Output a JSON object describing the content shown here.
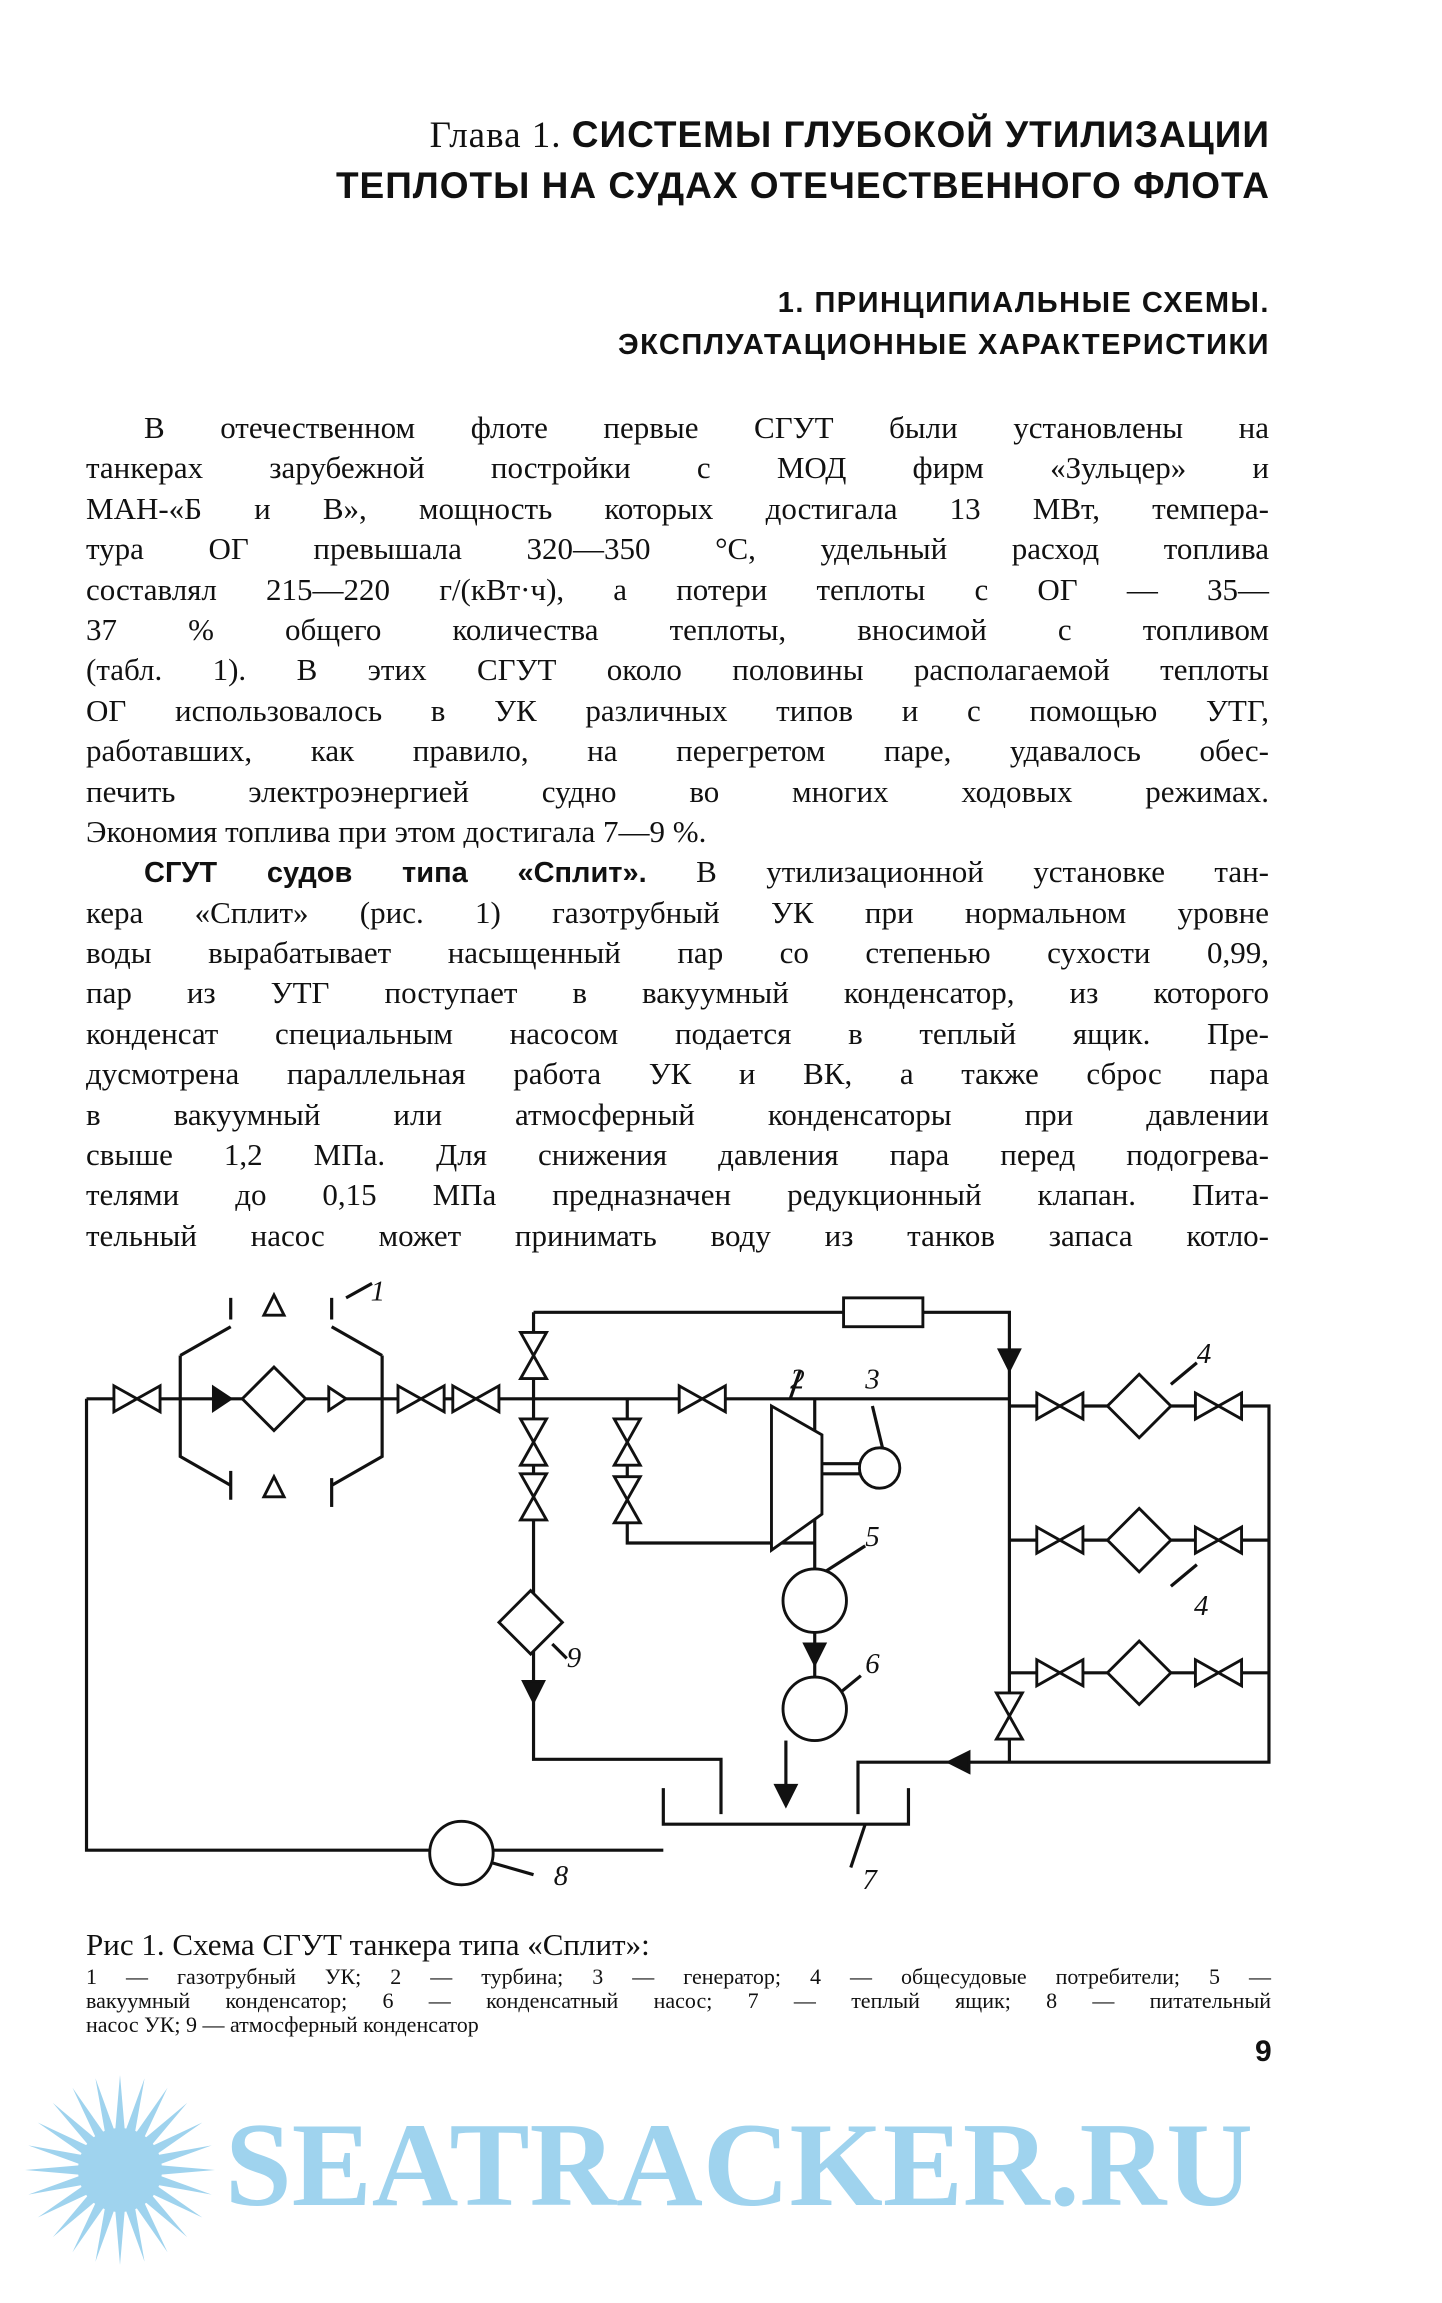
{
  "header": {
    "chapter_prefix": "Глава 1.",
    "chapter_title_1": "СИСТЕМЫ ГЛУБОКОЙ УТИЛИЗАЦИИ",
    "chapter_title_2": "ТЕПЛОТЫ НА СУДАХ ОТЕЧЕСТВЕННОГО ФЛОТА"
  },
  "section": {
    "line1": "1. ПРИНЦИПИАЛЬНЫЕ СХЕМЫ.",
    "line2": "ЭКСПЛУАТАЦИОННЫЕ ХАРАКТЕРИСТИКИ"
  },
  "body": {
    "para1": [
      "В отечественном флоте первые СГУТ были установлены на",
      "танкерах зарубежной постройки с МОД фирм «Зульцер» и",
      "МАН-«Б и В», мощность которых достигала 13 МВт, темпера-",
      "тура ОГ превышала 320—350 °С, удельный расход топлива",
      "составлял 215—220 г/(кВт·ч), а потери теплоты с ОГ — 35—",
      "37 % общего количества теплоты, вносимой с топливом",
      "(табл. 1). В этих СГУТ около половины располагаемой теплоты",
      "ОГ использовалось в УК различных типов и с помощью УТГ,",
      "работавших, как правило, на перегретом паре, удавалось обес-",
      "печить электроэнергией судно во многих ходовых режимах.",
      "Экономия топлива при этом достигала 7—9 %."
    ],
    "para2_heading": "СГУТ судов типа «Сплит».",
    "para2_first_rest": "В утилизационной установке тан-",
    "para2": [
      "кера «Сплит» (рис. 1) газотрубный УК при нормальном уровне",
      "воды вырабатывает насыщенный пар со степенью сухости 0,99,",
      "пар из УТГ поступает в вакуумный конденсатор, из которого",
      "конденсат специальным насосом подается в теплый ящик. Пре-",
      "дусмотрена параллельная работа УК и ВК, а также сброс пара",
      "в вакуумный или атмосферный конденсаторы при давлении",
      "свыше 1,2 МПа. Для снижения давления пара перед подогрева-",
      "телями до 0,15 МПа предназначен редукционный клапан. Пита-",
      "тельный насос может принимать воду из танков запаса котло-"
    ]
  },
  "figure": {
    "labels": [
      "1",
      "2",
      "3",
      "4",
      "4",
      "5",
      "6",
      "7",
      "8",
      "9"
    ],
    "caption_title": "Рис 1. Схема СГУТ танкера типа «Сплит»:",
    "caption_lines": [
      "1 — газотрубный УК; 2 — турбина; 3 — генератор; 4 — общесудовые потребители; 5 —",
      "вакуумный конденсатор; 6 — конденсатный насос; 7 — теплый ящик; 8 — питательный",
      "насос УК; 9 — атмосферный конденсатор"
    ]
  },
  "page_number": "9",
  "watermark": {
    "text": "SEATRACKER.RU",
    "color": "#9fd3ee"
  }
}
